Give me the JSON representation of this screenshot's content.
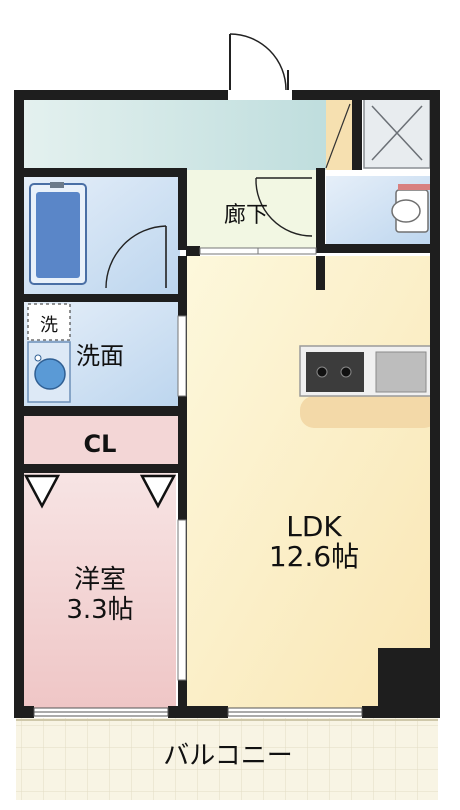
{
  "rooms": {
    "hallway": "廊下",
    "laundry": "洗",
    "washroom": "洗面",
    "closet": "CL",
    "western_room_name": "洋室",
    "western_room_size": "3.3帖",
    "ldk_name": "LDK",
    "ldk_size": "12.6帖",
    "balcony": "バルコニー"
  },
  "colors": {
    "wall": "#1e1e1e",
    "hallway_floor": "#cfe7e6",
    "hallway_entry": "#f1f7e2",
    "water_room": "#cfe0f3",
    "closet": "#f3d6d6",
    "western_room": "#f3d2d2",
    "ldk": "#fbf0c8",
    "balcony": "#f7f3e2",
    "counter": "#f5ddb0",
    "storage": "#f6e0b0"
  }
}
